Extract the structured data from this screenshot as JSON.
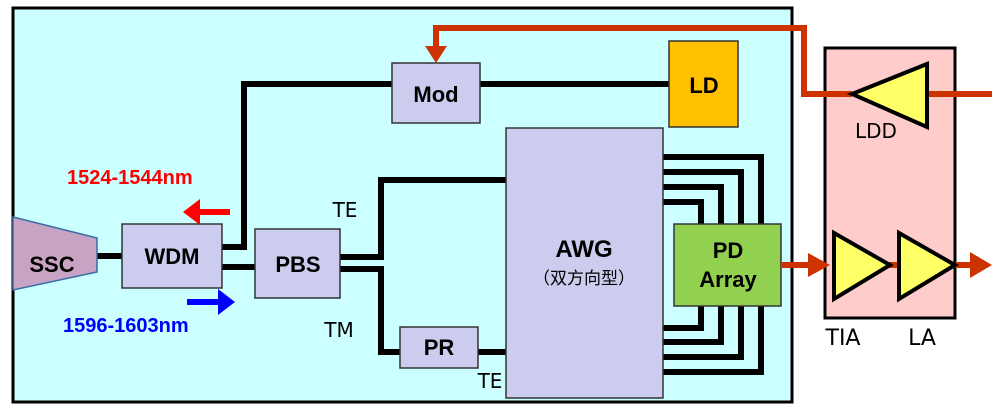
{
  "diagram": {
    "type": "optical transceiver block diagram",
    "chip": {
      "ssc_label": "SSC",
      "wdm_label": "WDM",
      "pbs_label": "PBS",
      "pr_label": "PR",
      "mod_label": "Mod",
      "ld_label": "LD",
      "awg_label": "AWG",
      "awg_sublabel": "（双方向型）",
      "pd_label_line1": "PD",
      "pd_label_line2": "Array",
      "te_upper_label": "TE",
      "tm_label": "TM",
      "te_lower_label": "TE",
      "tx_wavelength": "1524-1544nm",
      "rx_wavelength": "1596-1603nm"
    },
    "electronics": {
      "ldd_label": "LDD",
      "tia_label": "TIA",
      "la_label": "LA"
    },
    "colors": {
      "chip_fill": "#CCFFFF",
      "block_fill": "#CCCCEE",
      "ssc_fill": "#C9A3C4",
      "ld_fill": "#FFC000",
      "pd_fill": "#92D050",
      "ic_fill": "#FFCCCC",
      "amp_fill": "#FFFF66",
      "signal": "#CC3300",
      "tx_arrow": "#FF0000",
      "rx_arrow": "#0000FF"
    }
  }
}
